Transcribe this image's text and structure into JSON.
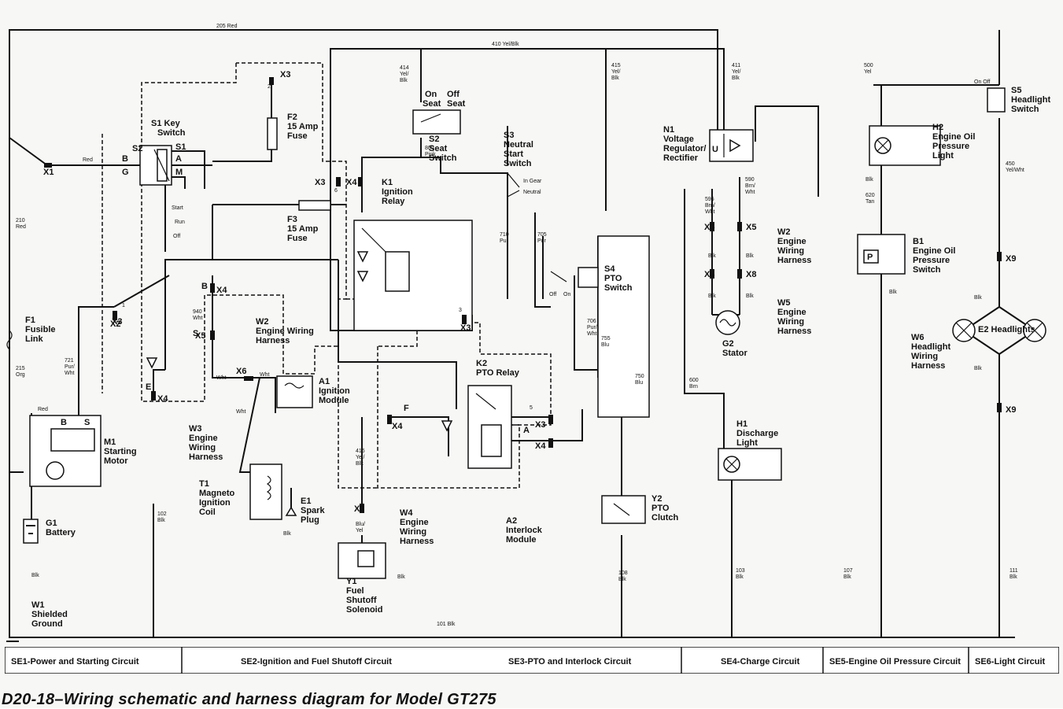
{
  "caption": "D20-18–Wiring schematic and harness diagram for Model GT275",
  "sections": [
    "SE1-Power and Starting Circuit",
    "SE2-Ignition and Fuel Shutoff Circuit",
    "SE3-PTO and Interlock Circuit",
    "SE4-Charge Circuit",
    "SE5-Engine Oil Pressure Circuit",
    "SE6-Light Circuit"
  ],
  "components": {
    "s1": [
      "S1 Key",
      "Switch"
    ],
    "s2": [
      "S2",
      "Seat",
      "Switch"
    ],
    "s3": [
      "S3",
      "Neutral",
      "Start",
      "Switch"
    ],
    "s4": [
      "S4",
      "PTO",
      "Switch"
    ],
    "s5": [
      "S5",
      "Headlight",
      "Switch"
    ],
    "f1": [
      "F1",
      "Fusible",
      "Link"
    ],
    "f2": [
      "F2",
      "15 Amp",
      "Fuse"
    ],
    "f3": [
      "F3",
      "15 Amp",
      "Fuse"
    ],
    "k1": [
      "K1",
      "Ignition",
      "Relay"
    ],
    "k2": [
      "K2",
      "PTO Relay"
    ],
    "m1": [
      "M1",
      "Starting",
      "Motor"
    ],
    "g1": [
      "G1",
      "Battery"
    ],
    "g2": [
      "G2",
      "Stator"
    ],
    "w1": [
      "W1",
      "Shielded",
      "Ground"
    ],
    "w2a": [
      "W2",
      "Engine Wiring",
      "Harness"
    ],
    "w2b": [
      "W2",
      "Engine",
      "Wiring",
      "Harness"
    ],
    "w3": [
      "W3",
      "Engine",
      "Wiring",
      "Harness"
    ],
    "w4": [
      "W4",
      "Engine",
      "Wiring",
      "Harness"
    ],
    "w5": [
      "W5",
      "Engine",
      "Wiring",
      "Harness"
    ],
    "w6": [
      "W6",
      "Headlight",
      "Wiring",
      "Harness"
    ],
    "a1": [
      "A1",
      "Ignition",
      "Module"
    ],
    "a2": [
      "A2",
      "Interlock",
      "Module"
    ],
    "t1": [
      "T1",
      "Magneto",
      "Ignition",
      "Coil"
    ],
    "e1": [
      "E1",
      "Spark",
      "Plug"
    ],
    "e2": [
      "E2 Headlights"
    ],
    "y1": [
      "Y1",
      "Fuel",
      "Shutoff",
      "Solenoid"
    ],
    "y2": [
      "Y2",
      "PTO",
      "Clutch"
    ],
    "n1": [
      "N1",
      "Voltage",
      "Regulator/",
      "Rectifier"
    ],
    "h1": [
      "H1",
      "Discharge",
      "Light"
    ],
    "h2": [
      "H2",
      "Engine Oil",
      "Pressure",
      "Light"
    ],
    "b1": [
      "B1",
      "Engine Oil",
      "Pressure",
      "Switch"
    ]
  },
  "switch_states": {
    "key": [
      "Start",
      "Run",
      "Off"
    ],
    "seat": [
      "On",
      "Off",
      "Seat",
      "Seat"
    ],
    "neutral": [
      "In Gear",
      "Neutral"
    ],
    "pto": [
      "Off",
      "On"
    ],
    "headlight": [
      "On Off"
    ]
  },
  "terminals": [
    "S2",
    "S1",
    "B",
    "A",
    "G",
    "M",
    "B",
    "S",
    "U",
    "P",
    "A",
    "E",
    "F",
    "B",
    "S"
  ],
  "connectors": [
    "X1",
    "X2",
    "X3",
    "X3",
    "X3",
    "X3",
    "X3",
    "X4",
    "X4",
    "X4",
    "X4",
    "X4",
    "X4",
    "X5",
    "X5",
    "X5",
    "X6",
    "X7",
    "X8",
    "X8",
    "X9",
    "X9"
  ],
  "connector_pins": [
    "2",
    "6",
    "1",
    "3",
    "5"
  ],
  "wires": {
    "205": [
      "205 Red"
    ],
    "red1": [
      "Red"
    ],
    "red2": [
      "Red"
    ],
    "210": [
      "210",
      "Red"
    ],
    "215": [
      "215",
      "Org"
    ],
    "721": [
      "721",
      "Pur/",
      "Wht"
    ],
    "940": [
      "940",
      "Wht"
    ],
    "wht1": [
      "Wht"
    ],
    "wht2": [
      "Wht"
    ],
    "wht3": [
      "Wht"
    ],
    "410": [
      "410 Yel/Blk"
    ],
    "414": [
      "414",
      "Yel/",
      "Blk"
    ],
    "415": [
      "415",
      "Yel/",
      "Blk"
    ],
    "416": [
      "416",
      "Yel/",
      "Blk"
    ],
    "411": [
      "411",
      "Yel/",
      "Blk"
    ],
    "800": [
      "800",
      "Pink"
    ],
    "710": [
      "710",
      "Pur"
    ],
    "705": [
      "705",
      "Pur"
    ],
    "706": [
      "706",
      "Pur/",
      "Wht"
    ],
    "755": [
      "755",
      "Blu"
    ],
    "750": [
      "750",
      "Blu"
    ],
    "600": [
      "600",
      "Brn"
    ],
    "595": [
      "595",
      "Brn/",
      "Wht"
    ],
    "590": [
      "590",
      "Brn/",
      "Wht"
    ],
    "500": [
      "500",
      "Yel"
    ],
    "450": [
      "450",
      "Yel/Wht"
    ],
    "620": [
      "620",
      "Tan"
    ],
    "102": [
      "102",
      "Blk"
    ],
    "101": [
      "101 Blk"
    ],
    "108": [
      "108",
      "Blk"
    ],
    "103": [
      "103",
      "Blk"
    ],
    "107": [
      "107",
      "Blk"
    ],
    "111": [
      "111",
      "Blk"
    ],
    "blk_list": [
      "Blk",
      "Blk",
      "Blk",
      "Blk",
      "Blk",
      "Blk",
      "Blk",
      "Blk",
      "Blk",
      "Blk",
      "Blk"
    ],
    "blu_yel": [
      "Blu/",
      "Yel"
    ]
  }
}
